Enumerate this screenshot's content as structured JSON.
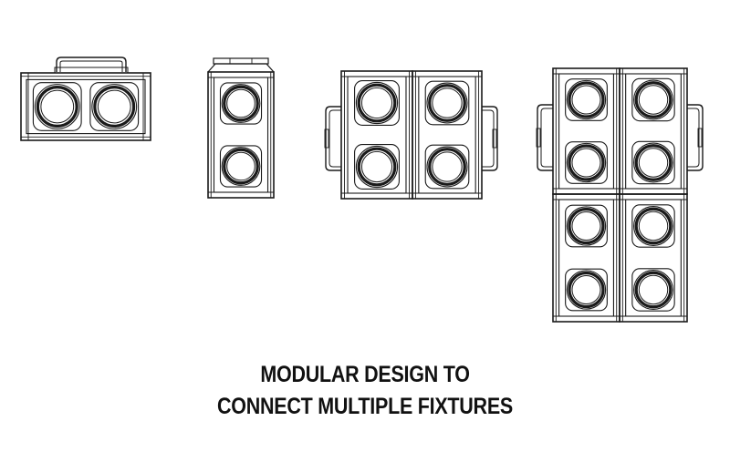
{
  "caption": {
    "line1": "MODULAR DESIGN TO",
    "line2": "CONNECT MULTIPLE FIXTURES"
  },
  "fixtures": [
    {
      "name": "single-horizontal",
      "orientation": "horizontal",
      "modules_across": 1,
      "modules_down": 1,
      "lenses_per_module": 2
    },
    {
      "name": "single-vertical",
      "orientation": "vertical",
      "modules_across": 1,
      "modules_down": 1,
      "lenses_per_module": 2
    },
    {
      "name": "double-side-by-side",
      "orientation": "vertical",
      "modules_across": 2,
      "modules_down": 1,
      "lenses_per_module": 2
    },
    {
      "name": "quad-grid",
      "orientation": "vertical",
      "modules_across": 2,
      "modules_down": 2,
      "lenses_per_module": 2
    }
  ],
  "colors": {
    "line": "#1a1a1a",
    "background": "#ffffff"
  }
}
